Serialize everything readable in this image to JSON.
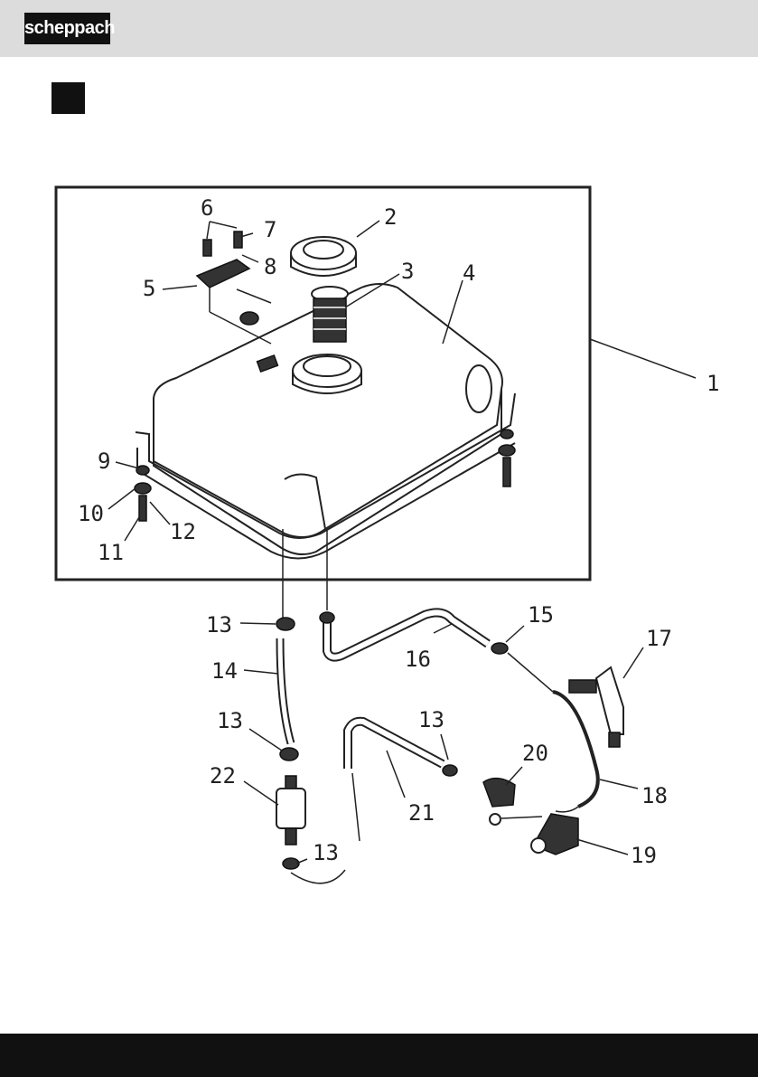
{
  "brand": {
    "logo_text": "scheppach"
  },
  "diagram": {
    "labels": {
      "1": "1",
      "2": "2",
      "3": "3",
      "4": "4",
      "5": "5",
      "6": "6",
      "7": "7",
      "8": "8",
      "9": "9",
      "10": "10",
      "11": "11",
      "12": "12",
      "13a": "13",
      "14": "14",
      "13b": "13",
      "22": "22",
      "13c": "13",
      "13d": "13",
      "15": "15",
      "16": "16",
      "17": "17",
      "18": "18",
      "19": "19",
      "20": "20",
      "21": "21"
    }
  }
}
